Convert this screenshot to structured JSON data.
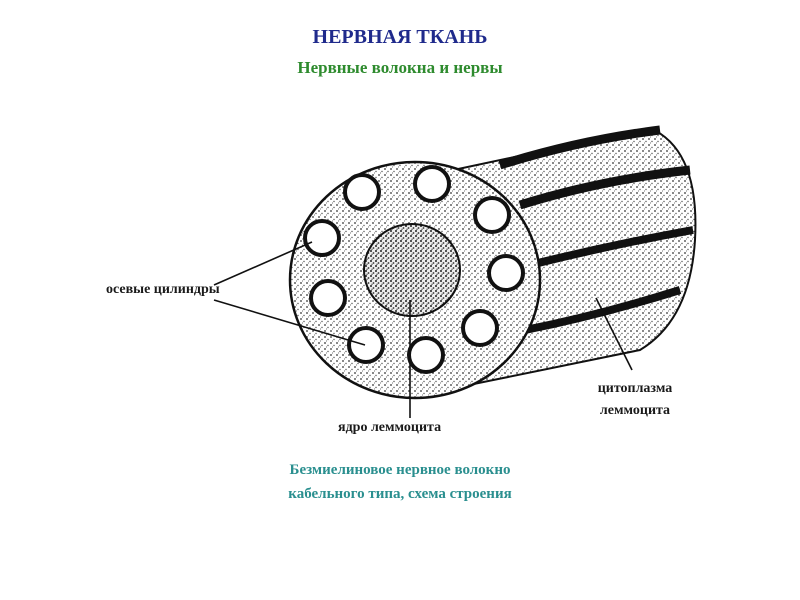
{
  "header": {
    "title": "НЕРВНАЯ ТКАНЬ",
    "subtitle": "Нервные волокна и нервы"
  },
  "labels": {
    "axial_cylinders": "осевые цилиндры",
    "nucleus": "ядро леммоцита",
    "cytoplasm_line1": "цитоплазма",
    "cytoplasm_line2": "леммоцита"
  },
  "caption": {
    "line1": "Безмиелиновое нервное волокно",
    "line2": "кабельного типа, схема строения"
  },
  "colors": {
    "title": "#1f2a8c",
    "subtitle": "#2e8b2e",
    "caption": "#2a8f8f",
    "ink": "#1a1a1a"
  }
}
